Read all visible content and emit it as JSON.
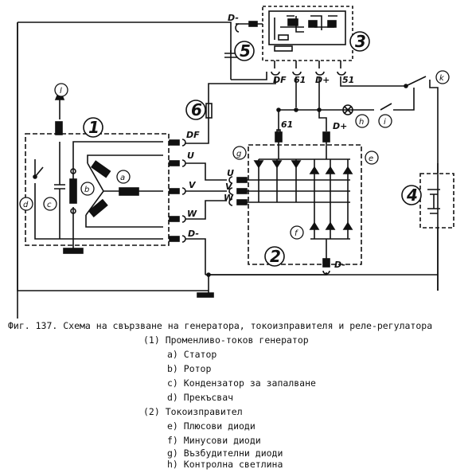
{
  "labels": {
    "D_minus_top": "D-",
    "DF_reg": "DF",
    "t61_reg": "61",
    "Dplus_reg": "D+",
    "t51": "51",
    "DF_gen": "DF",
    "U_gen": "U",
    "V_gen": "V",
    "W_gen": "W",
    "D_minus_gen": "D-",
    "U_rect": "U",
    "V_rect": "V",
    "W_rect": "W",
    "t61_rect": "61",
    "Dplus_rect": "D+",
    "D_minus_bottom": "D-"
  },
  "circles": {
    "n1": "1",
    "n2": "2",
    "n3": "3",
    "n4": "4",
    "n5": "5",
    "n6": "6",
    "a": "a",
    "b": "b",
    "c": "c",
    "d": "d",
    "e": "e",
    "f": "f",
    "g": "g",
    "h": "h",
    "i": "i",
    "k": "k",
    "l": "l"
  },
  "caption": {
    "title": "Фиг. 137.  Схема на свързване на генератора, токоизправителя и реле-регулатора",
    "items": [
      "(1)   Променливо-токов генератор",
      "a) Статор",
      "b) Ротор",
      "c) Кондензатор за запалване",
      "d) Прекъсвач",
      "(2)   Токоизправител",
      "e) Плюсови диоди",
      "f) Минусови диоди",
      "g) Възбудителни диоди",
      "h) Контролна светлина"
    ]
  }
}
